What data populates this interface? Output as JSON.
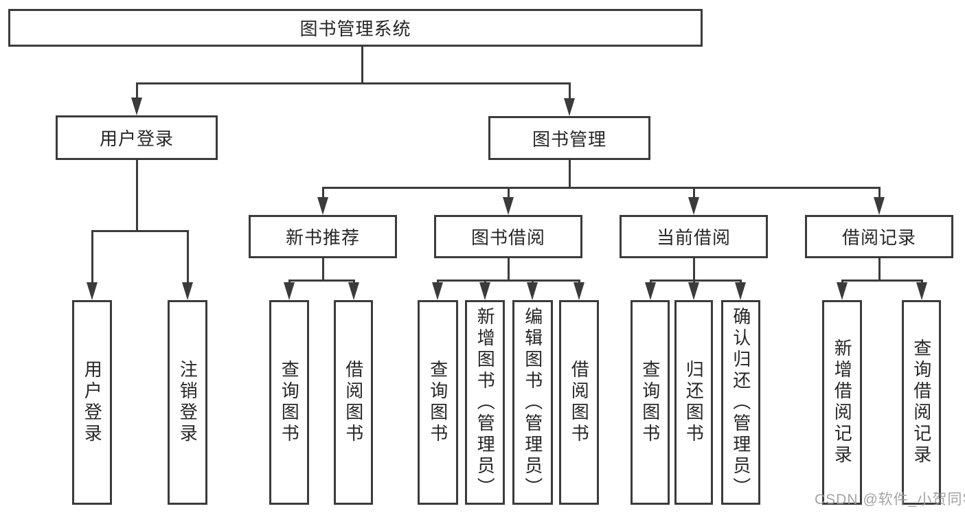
{
  "diagram": {
    "root": {
      "label": "图书管理系统"
    },
    "level2": [
      {
        "id": "user-login",
        "label": "用户登录"
      },
      {
        "id": "book-management",
        "label": "图书管理"
      }
    ],
    "level3": [
      {
        "id": "new-book-recommend",
        "label": "新书推荐",
        "parent": "book-management"
      },
      {
        "id": "book-borrowing",
        "label": "图书借阅",
        "parent": "book-management"
      },
      {
        "id": "current-borrowing",
        "label": "当前借阅",
        "parent": "book-management"
      },
      {
        "id": "borrow-records",
        "label": "借阅记录",
        "parent": "book-management"
      }
    ],
    "level4": [
      {
        "id": "user-login-leaf",
        "label": "用户登录",
        "parent": "user-login"
      },
      {
        "id": "logout",
        "label": "注销登录",
        "parent": "user-login"
      },
      {
        "id": "query-books-recommend",
        "label": "查询图书",
        "parent": "new-book-recommend"
      },
      {
        "id": "borrow-book-recommend",
        "label": "借阅图书",
        "parent": "new-book-recommend"
      },
      {
        "id": "query-books-borrowing",
        "label": "查询图书",
        "parent": "book-borrowing"
      },
      {
        "id": "add-book-admin",
        "label": "新增图书（管理员）",
        "parent": "book-borrowing"
      },
      {
        "id": "edit-book-admin",
        "label": "编辑图书（管理员）",
        "parent": "book-borrowing"
      },
      {
        "id": "borrow-book-borrowing",
        "label": "借阅图书",
        "parent": "book-borrowing"
      },
      {
        "id": "query-books-current",
        "label": "查询图书",
        "parent": "current-borrowing"
      },
      {
        "id": "return-book",
        "label": "归还图书",
        "parent": "current-borrowing"
      },
      {
        "id": "confirm-return-admin",
        "label": "确认归还（管理员）",
        "parent": "current-borrowing"
      },
      {
        "id": "add-borrow-record",
        "label": "新增借阅记录",
        "parent": "borrow-records"
      },
      {
        "id": "query-borrow-record",
        "label": "查询借阅记录",
        "parent": "borrow-records"
      }
    ]
  },
  "watermark": {
    "text": "CSDN @软件_小贺同学"
  },
  "colors": {
    "line": "#3b3b3b",
    "text": "#262626",
    "box_background": "#ffffff",
    "watermark": "#9c9c9c",
    "background": "#ffffff"
  }
}
